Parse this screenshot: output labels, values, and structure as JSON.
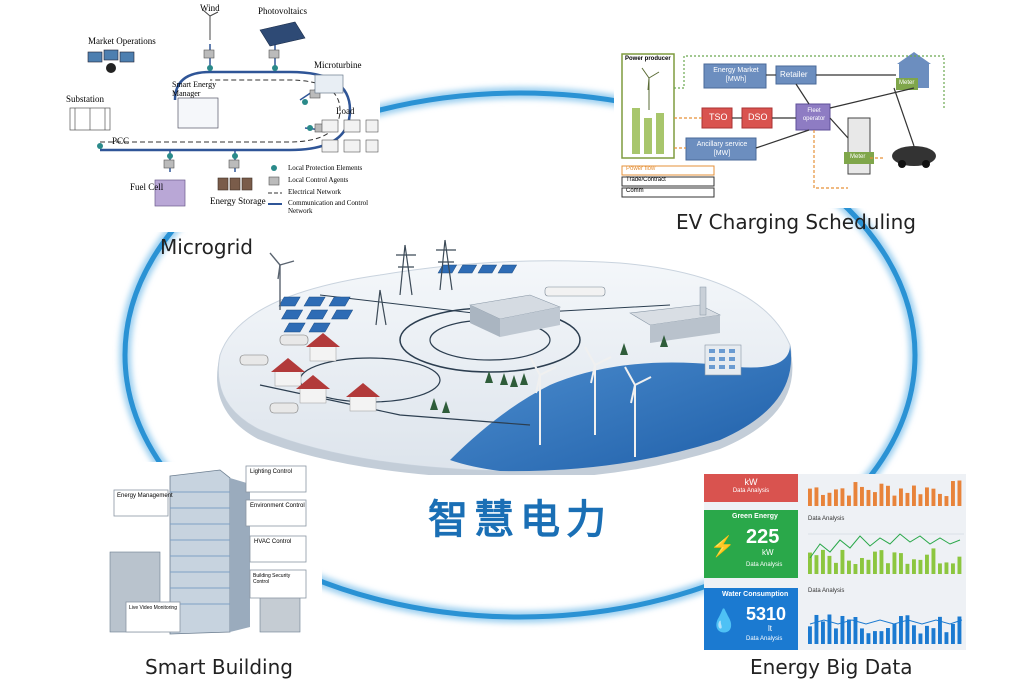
{
  "center": {
    "title": "智慧电力"
  },
  "panels": {
    "microgrid": {
      "caption": "Microgrid",
      "labels": {
        "market": "Market Operations",
        "wind": "Wind",
        "pv": "Photovoltaics",
        "substation": "Substation",
        "sem": "Smart Energy Manager",
        "microturbine": "Microturbine",
        "load": "Load",
        "pcc": "PCC",
        "fuel_cell": "Fuel Cell",
        "storage": "Energy Storage"
      },
      "legend": [
        "Local Protection Elements",
        "Local Control Agents",
        "Electrical Network",
        "Communication and Control Network"
      ]
    },
    "ev": {
      "caption": "EV Charging Scheduling",
      "labels": {
        "producer": "Power producer",
        "market": "Energy Market [MWh]",
        "retailer": "Retailer",
        "tso": "TSO",
        "dso": "DSO",
        "fleet": "Fleet operator",
        "ancillary": "Ancillary service [MW]",
        "meter1": "Meter",
        "meter2": "Meter"
      },
      "legend": [
        "Power flow",
        "Trade/Contract",
        "Comm"
      ]
    },
    "building": {
      "caption": "Smart Building",
      "labels": {
        "mgmt": "Energy Management",
        "lighting": "Lighting Control",
        "env": "Environment Control",
        "hvac": "HVAC Control",
        "security": "Building Security Control",
        "video": "Live Video Monitoring"
      }
    },
    "bigdata": {
      "caption": "Energy Big Data",
      "cards": {
        "top": {
          "unit": "kW",
          "sub": "Data Analysis"
        },
        "green": {
          "title": "Green Energy",
          "value": "225",
          "unit": "kW",
          "sub": "Data Analysis"
        },
        "water": {
          "title": "Water Consumption",
          "value": "5310",
          "unit": "lt",
          "sub": "Data Analysis"
        }
      },
      "chart_titles": [
        "Data Analysis",
        "Data Analysis"
      ]
    }
  },
  "colors": {
    "ring": "#2a92d4",
    "title": "#1a6fb5",
    "sea": "#2f6fb7",
    "green": "#2aa84a",
    "water_card": "#1b7ad1",
    "ev_red": "#d9534f",
    "ev_blue": "#6c8ebf",
    "ev_purple": "#8e7cc3"
  }
}
